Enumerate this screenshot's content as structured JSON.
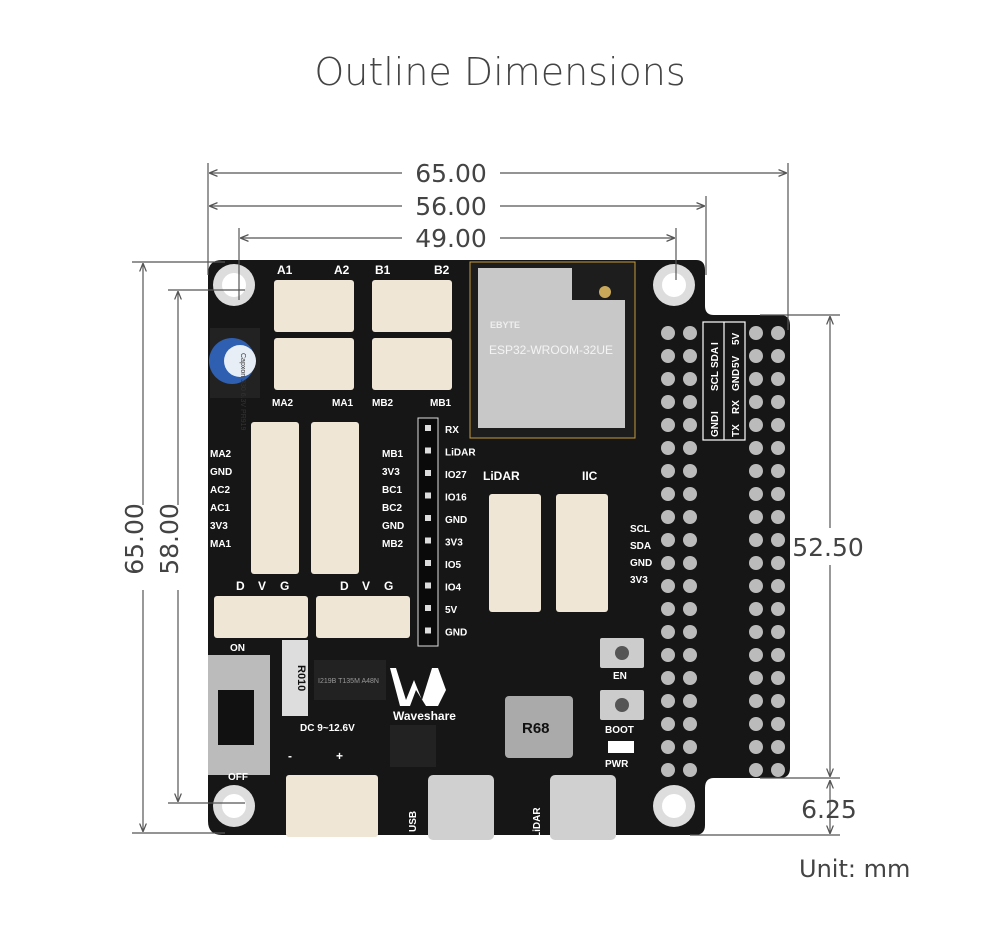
{
  "title": "Outline Dimensions",
  "unit": "Unit: mm",
  "dimensions": {
    "width_total": "65.00",
    "width_mid": "56.00",
    "width_holes": "49.00",
    "height_total": "65.00",
    "height_holes": "58.00",
    "header_length": "52.50",
    "header_offset": "6.25"
  },
  "board": {
    "motor_top": [
      "A1",
      "A2",
      "B1",
      "B2"
    ],
    "motor_bottom": [
      "MA2",
      "MA1",
      "MB2",
      "MB1"
    ],
    "enc_left": [
      "MA2",
      "GND",
      "AC2",
      "AC1",
      "3V3",
      "MA1"
    ],
    "enc_right": [
      "MB1",
      "3V3",
      "BC1",
      "BC2",
      "GND",
      "MB2"
    ],
    "servo": [
      "D",
      "V",
      "G",
      "D",
      "V",
      "G"
    ],
    "io_header": [
      "RX",
      "LiDAR",
      "IO27",
      "IO16",
      "GND",
      "3V3",
      "IO5",
      "IO4",
      "5V",
      "GND"
    ],
    "lidar_title": "LiDAR",
    "iic_title": "IIC",
    "iic_pins": [
      "SCL",
      "SDA",
      "GND",
      "3V3"
    ],
    "module_brand": "EBYTE",
    "module_name": "ESP32-WROOM-32UE",
    "capacitor": "Capxon 330 6.3V PR919",
    "switch_on": "ON",
    "switch_off": "OFF",
    "resistor": "R010",
    "chip": "I219B T135M A48N",
    "logo_text": "Waveshare",
    "dc_label": "DC 9~12.6V",
    "minus": "-",
    "plus": "+",
    "inductor": "R68",
    "btn_en": "EN",
    "btn_boot": "BOOT",
    "pwr": "PWR",
    "usb": "USB",
    "lidar_usb": "LiDAR",
    "pin_table_left": [
      "I",
      "SDA",
      "SCL",
      "I",
      "GND"
    ],
    "pin_table_right": [
      "5V",
      "5V",
      "GND",
      "RX",
      "TX"
    ]
  },
  "colors": {
    "board": "#161616",
    "connector": "#efe6d6",
    "module": "#c8c8c8",
    "dim_line": "#555555"
  }
}
